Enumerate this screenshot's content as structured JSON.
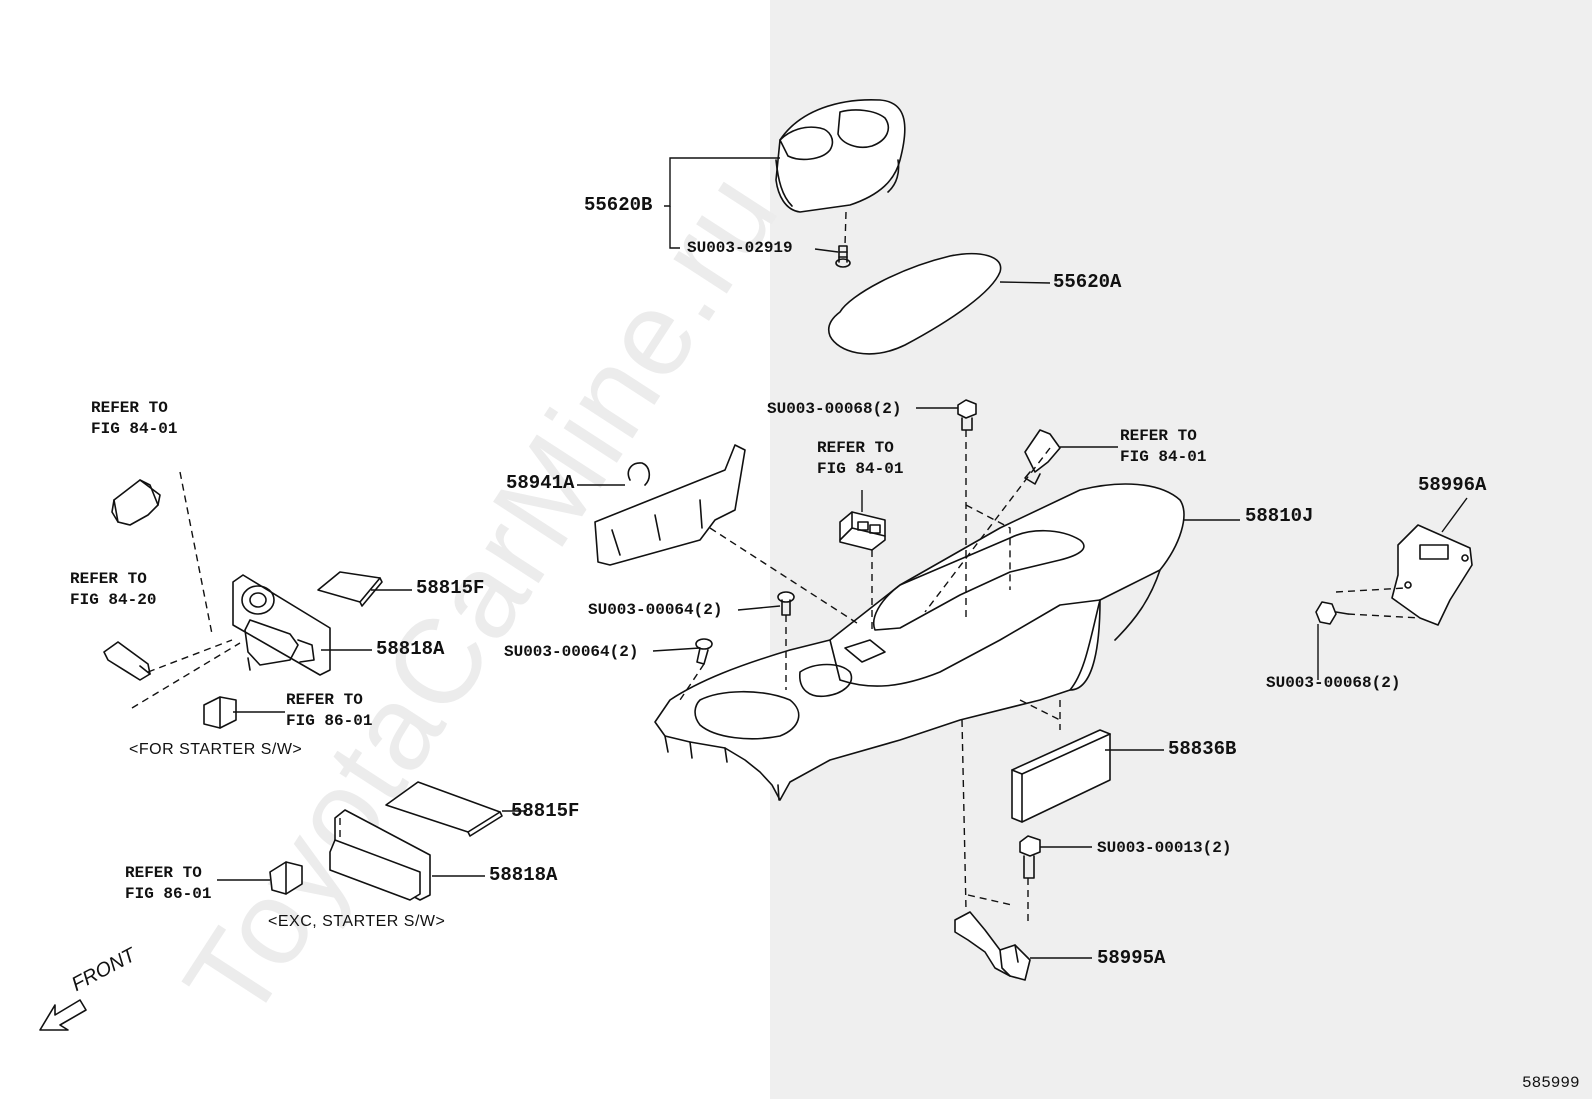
{
  "watermark": "ToyotaCarMine.ru",
  "figure_id": "585999",
  "direction_label": "FRONT",
  "captions": {
    "for_starter": "<FOR STARTER S/W>",
    "exc_starter": "<EXC, STARTER S/W>"
  },
  "references": {
    "fig_84_01_upper_left": "REFER TO\nFIG 84-01",
    "fig_84_20": "REFER TO\nFIG 84-20",
    "fig_86_01_upper": "REFER TO\nFIG 86-01",
    "fig_86_01_lower": "REFER TO\nFIG 86-01",
    "fig_84_01_center": "REFER TO\nFIG 84-01",
    "fig_84_01_right": "REFER TO\nFIG 84-01"
  },
  "parts": {
    "p55620B": "55620B",
    "p55620A": "55620A",
    "p58941A": "58941A",
    "p58810J": "58810J",
    "p58996A": "58996A",
    "p58815F_upper": "58815F",
    "p58818A_upper": "58818A",
    "p58815F_lower": "58815F",
    "p58818A_lower": "58818A",
    "p58836B": "58836B",
    "p58995A": "58995A"
  },
  "fasteners": {
    "su003_02919": "SU003-02919",
    "su003_00068_top": "SU003-00068(2)",
    "su003_00064_a": "SU003-00064(2)",
    "su003_00064_b": "SU003-00064(2)",
    "su003_00068_right": "SU003-00068(2)",
    "su003_00013": "SU003-00013(2)"
  }
}
